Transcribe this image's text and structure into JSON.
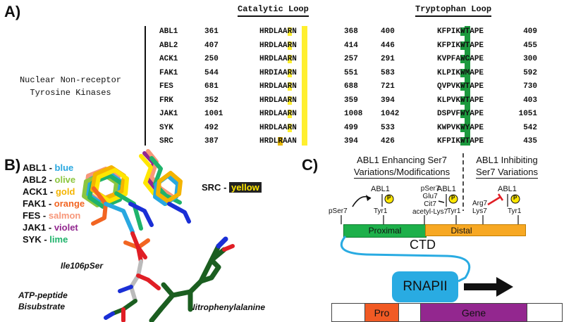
{
  "panelA": {
    "label": "A)",
    "header_catalytic": "Catalytic Loop",
    "header_tryptophan": "Tryptophan Loop",
    "side_label_line1": "Nuclear Non-receptor",
    "side_label_line2": "Tyrosine Kinases",
    "rows": [
      {
        "name": "ABL1",
        "n1": "361",
        "cat_pre": "HRDLAA",
        "cat_hl": "R",
        "cat_post": "N",
        "n2": "368",
        "n3": "400",
        "trp_pre": "KFPIK",
        "trp_hl": "W",
        "trp_post": "TAPE",
        "n4": "409"
      },
      {
        "name": "ABL2",
        "n1": "407",
        "cat_pre": "HRDLAA",
        "cat_hl": "R",
        "cat_post": "N",
        "n2": "414",
        "n3": "446",
        "trp_pre": "KFPIK",
        "trp_hl": "W",
        "trp_post": "TAPE",
        "n4": "455"
      },
      {
        "name": "ACK1",
        "n1": "250",
        "cat_pre": "HRDLAA",
        "cat_hl": "R",
        "cat_post": "N",
        "n2": "257",
        "n3": "291",
        "trp_pre": "KVPFA",
        "trp_hl": "W",
        "trp_post": "CAPE",
        "n4": "300"
      },
      {
        "name": "FAK1",
        "n1": "544",
        "cat_pre": "HRDIAA",
        "cat_hl": "R",
        "cat_post": "N",
        "n2": "551",
        "n3": "583",
        "trp_pre": "KLPIK",
        "trp_hl": "W",
        "trp_post": "MAPE",
        "n4": "592"
      },
      {
        "name": "FES",
        "n1": "681",
        "cat_pre": "HRDLAA",
        "cat_hl": "R",
        "cat_post": "N",
        "n2": "688",
        "n3": "721",
        "trp_pre": "QVPVK",
        "trp_hl": "W",
        "trp_post": "TAPE",
        "n4": "730"
      },
      {
        "name": "FRK",
        "n1": "352",
        "cat_pre": "HRDLAA",
        "cat_hl": "R",
        "cat_post": "N",
        "n2": "359",
        "n3": "394",
        "trp_pre": "KLPVK",
        "trp_hl": "W",
        "trp_post": "TAPE",
        "n4": "403"
      },
      {
        "name": "JAK1",
        "n1": "1001",
        "cat_pre": "HRDLAA",
        "cat_hl": "R",
        "cat_post": "N",
        "n2": "1008",
        "n3": "1042",
        "trp_pre": "DSPVF",
        "trp_hl": "W",
        "trp_post": "YAPE",
        "n4": "1051"
      },
      {
        "name": "SYK",
        "n1": "492",
        "cat_pre": "HRDLAA",
        "cat_hl": "R",
        "cat_post": "N",
        "n2": "499",
        "n3": "533",
        "trp_pre": "KWPVK",
        "trp_hl": "W",
        "trp_post": "YAPE",
        "n4": "542"
      },
      {
        "name": "SRC",
        "n1": "387",
        "cat_pre": "HRDL",
        "cat_hl": "R",
        "cat_post": "AAN",
        "n2": "394",
        "n3": "426",
        "trp_pre": "KFPIK",
        "trp_hl": "W",
        "trp_post": "TAPE",
        "n4": "435"
      }
    ]
  },
  "panelB": {
    "label": "B)",
    "legend": [
      {
        "kinase": "ABL1",
        "color_name": "blue",
        "hex": "#29a8e0"
      },
      {
        "kinase": "ABL2",
        "color_name": "olive",
        "hex": "#8cc63f"
      },
      {
        "kinase": "ACK1",
        "color_name": "gold",
        "hex": "#f4b400"
      },
      {
        "kinase": "FAK1",
        "color_name": "orange",
        "hex": "#f26522"
      },
      {
        "kinase": "FES",
        "color_name": "salmon",
        "hex": "#f7977a"
      },
      {
        "kinase": "JAK1",
        "color_name": "violet",
        "hex": "#92278f"
      },
      {
        "kinase": "SYK",
        "color_name": "lime",
        "hex": "#1fb36b"
      }
    ],
    "src_label": "SRC",
    "src_color_name": "yellow",
    "label_ile": "Ile106pSer",
    "label_atp_line1": "ATP-peptide",
    "label_atp_line2": "Bisubstrate",
    "label_nitro": "Nitrophenylalanine"
  },
  "panelC": {
    "label": "C)",
    "enhancing_line1": "ABL1 Enhancing Ser7",
    "enhancing_line2": "Variations/Modifications",
    "inhibiting_line1": "ABL1 Inhibiting",
    "inhibiting_line2": "Ser7 Variations",
    "abl1": "ABL1",
    "p_mark": "P",
    "left_ser": "pSer7",
    "left_tyr": "Tyr1",
    "mid_mods": [
      "pSer7",
      "Glu7",
      "Cit7",
      "acetyl-Lys7"
    ],
    "mid_tyr": "Tyr1",
    "right_mods": [
      "Arg7",
      "Lys7"
    ],
    "right_tyr": "Tyr1",
    "proximal": "Proximal",
    "distal": "Distal",
    "ctd": "CTD",
    "rnapii": "RNAPII",
    "pro": "Pro",
    "gene": "Gene",
    "colors": {
      "proximal": "#1db04a",
      "distal": "#f7a823",
      "rnapii": "#29abe2",
      "pro": "#f15a24",
      "gene": "#93278f",
      "inhibit": "#e01e25"
    }
  }
}
